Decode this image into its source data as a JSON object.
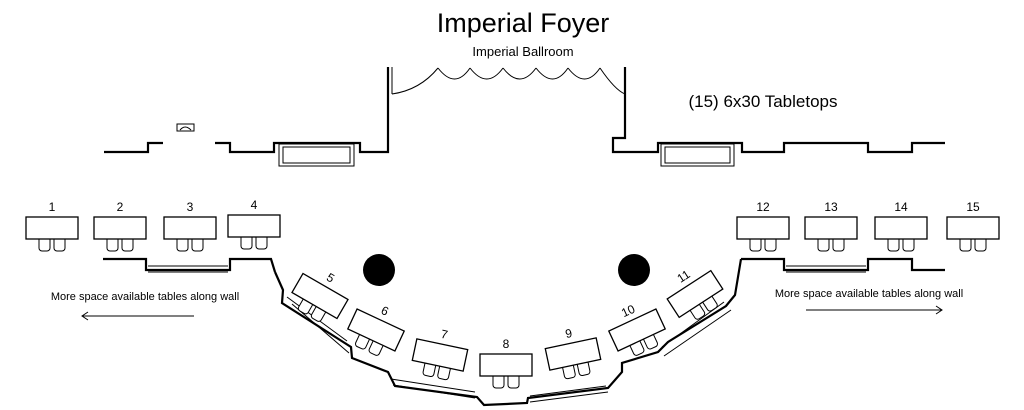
{
  "title": "Imperial Foyer",
  "subtitle": "Imperial Ballroom",
  "table_count_label": "(15) 6x30 Tabletops",
  "note_left": "More space available tables along wall",
  "note_right": "More space available tables along wall",
  "tables": [
    {
      "label": "1"
    },
    {
      "label": "2"
    },
    {
      "label": "3"
    },
    {
      "label": "4"
    },
    {
      "label": "5"
    },
    {
      "label": "6"
    },
    {
      "label": "7"
    },
    {
      "label": "8"
    },
    {
      "label": "9"
    },
    {
      "label": "10"
    },
    {
      "label": "11"
    },
    {
      "label": "12"
    },
    {
      "label": "13"
    },
    {
      "label": "14"
    },
    {
      "label": "15"
    }
  ]
}
